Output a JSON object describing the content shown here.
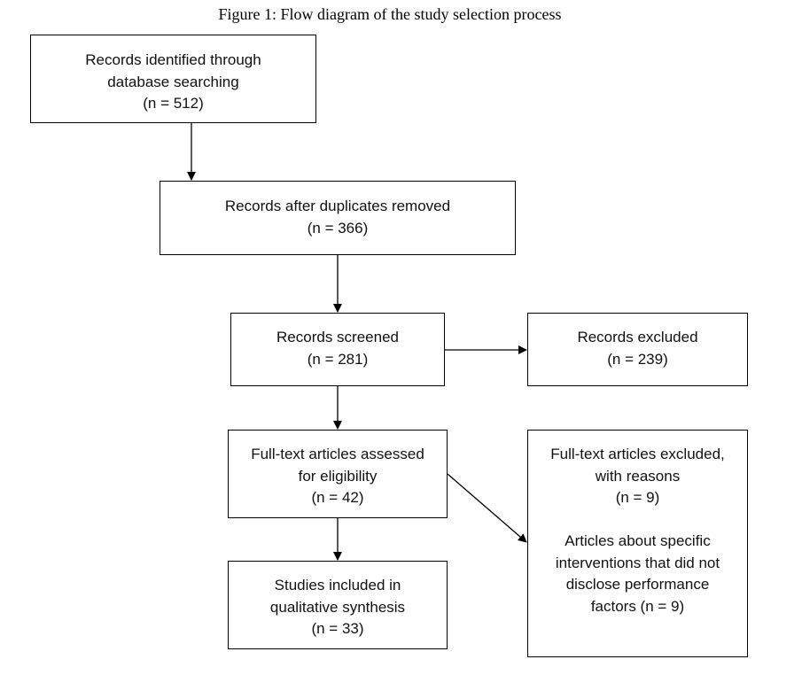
{
  "title": "Figure 1: Flow diagram of the study selection process",
  "boxes": {
    "identified": {
      "lines": [
        "Records identified through",
        "database searching",
        "(n = 512)"
      ]
    },
    "duplicates_removed": {
      "lines": [
        "Records after duplicates removed",
        "(n = 366)"
      ]
    },
    "screened": {
      "lines": [
        "Records screened",
        "(n = 281)"
      ]
    },
    "excluded": {
      "lines": [
        "Records excluded",
        "(n = 239)"
      ]
    },
    "fulltext_assessed": {
      "lines": [
        "Full-text articles assessed",
        "for eligibility",
        "(n = 42)"
      ]
    },
    "fulltext_excluded": {
      "lines": [
        "Full-text articles excluded,",
        "with reasons",
        "(n = 9)"
      ],
      "reason_lines": [
        "Articles about specific",
        "interventions that did not",
        "disclose performance",
        "factors (n = 9)"
      ]
    },
    "included": {
      "lines": [
        "Studies included in",
        "qualitative synthesis",
        "(n = 33)"
      ]
    }
  }
}
